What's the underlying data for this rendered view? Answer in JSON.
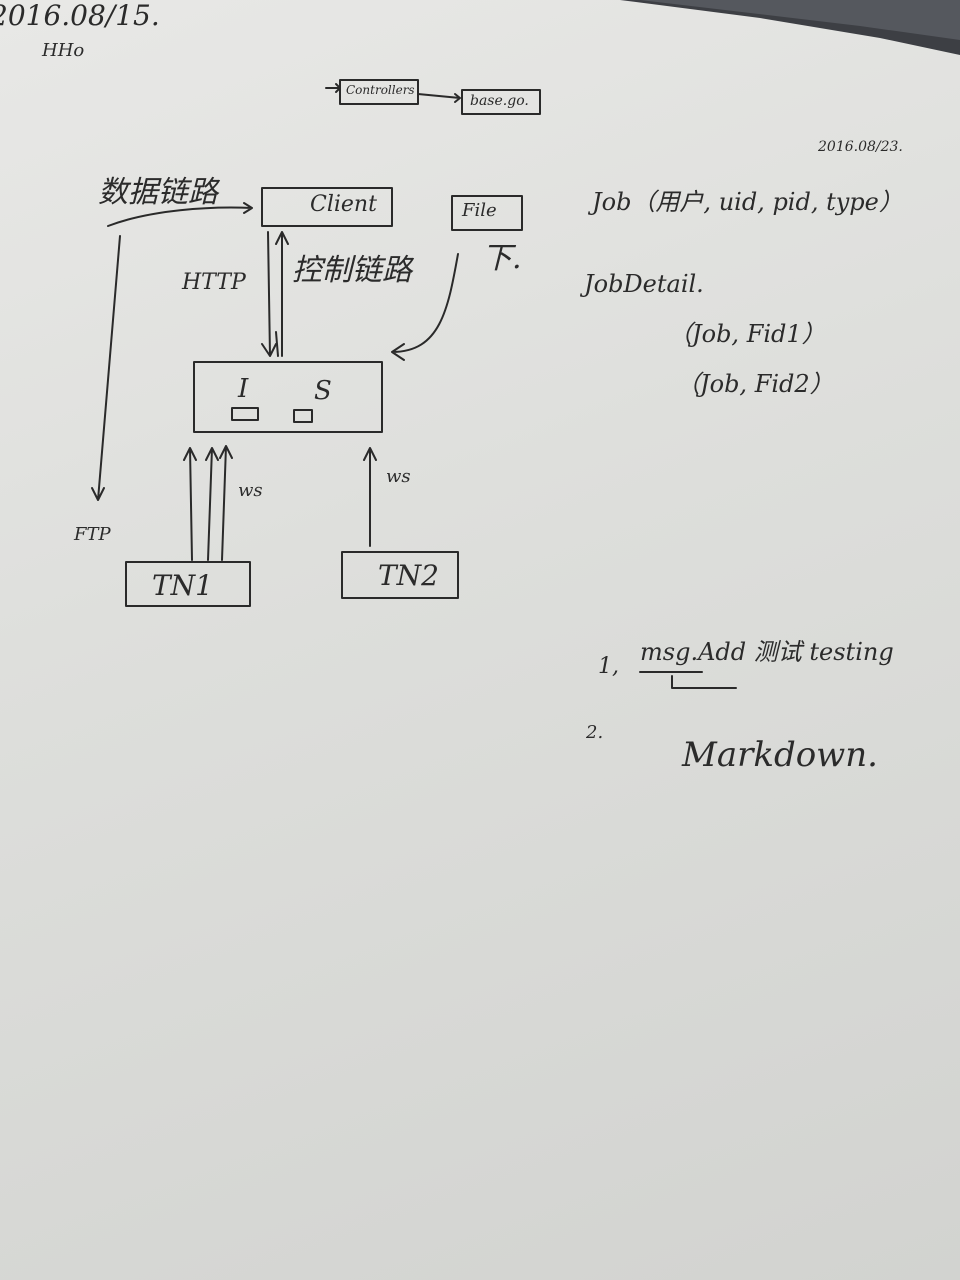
{
  "header": {
    "date_top": "2016.08/15.",
    "note_top": "HHo",
    "flow_left": "Controllers",
    "flow_right": "base.go.",
    "date_right": "2016.08/23."
  },
  "diagram": {
    "data_link": "数据链路",
    "client": "Client",
    "file": "File",
    "http": "HTTP",
    "control_link": "控制链路",
    "down": "下.",
    "server_main": "I",
    "server_s": "S",
    "ws_left": "ws",
    "ws_right": "ws",
    "ftp": "FTP",
    "tn1": "TN1",
    "tn2": "TN2"
  },
  "notes": {
    "job": "Job（用户, uid, pid, type）",
    "jobdetail": "JobDetail.",
    "jd_row1": "（Job, Fid1）",
    "jd_row2": "（Job, Fid2）",
    "todo1_num": "1,",
    "todo1_text": "msg.Add 测试 testing",
    "todo2_num": "2.",
    "todo2_text": "Markdown."
  }
}
